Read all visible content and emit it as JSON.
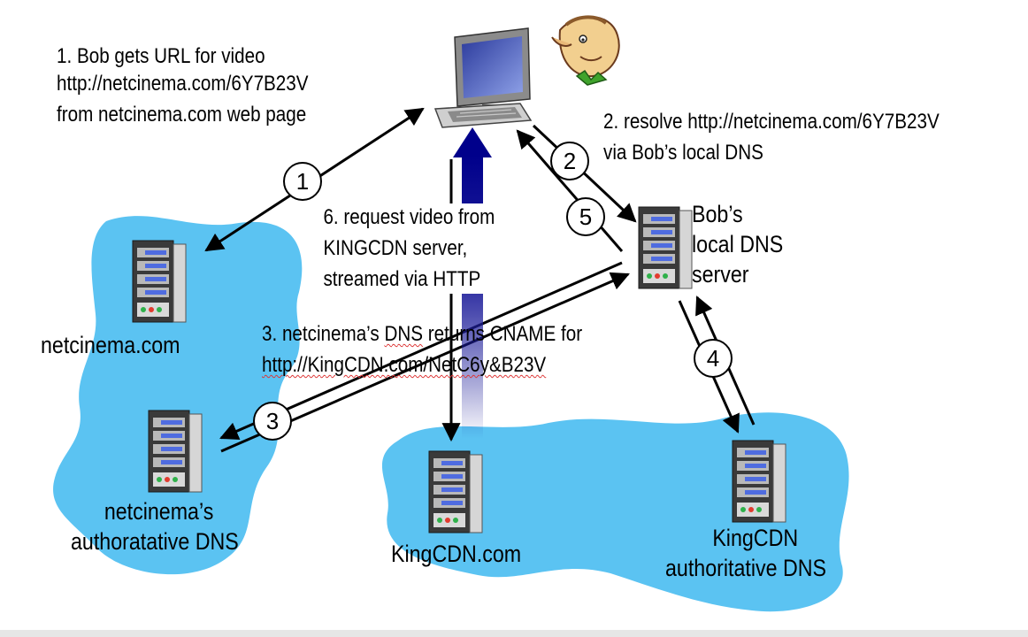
{
  "colors": {
    "cloud": "#5bc3f2",
    "http_arrow": "#00008b",
    "arrow": "#000000",
    "squiggle": "#dd3333"
  },
  "icons": [
    "client-pc-icon",
    "user-bob-icon",
    "server-icon"
  ],
  "steps": {
    "s1": [
      "1. Bob gets URL for video",
      "http://netcinema.com/6Y7B23V",
      "from netcinema.com web page"
    ],
    "s2": [
      "2. resolve http://netcinema.com/6Y7B23V",
      "via Bob’s local DNS"
    ],
    "s3_prefix": "3. netcinema’s ",
    "s3_dns": "DNS",
    "s3_suffix": " returns CNAME for",
    "s3_url": "http://KingCDN.com/NetC6y&B23V",
    "s6": [
      "6. request video from",
      "KINGCDN server,",
      "streamed via HTTP"
    ]
  },
  "numbers": [
    "1",
    "2",
    "3",
    "4",
    "5"
  ],
  "nodes": {
    "local_dns": [
      "Bob’s",
      "local DNS",
      "server"
    ],
    "netcinema": "netcinema.com",
    "netcinema_dns": [
      "netcinema’s",
      "authoratative DNS"
    ],
    "kingcdn": "KingCDN.com",
    "kingcdn_dns": [
      "KingCDN",
      "authoritative DNS"
    ]
  }
}
